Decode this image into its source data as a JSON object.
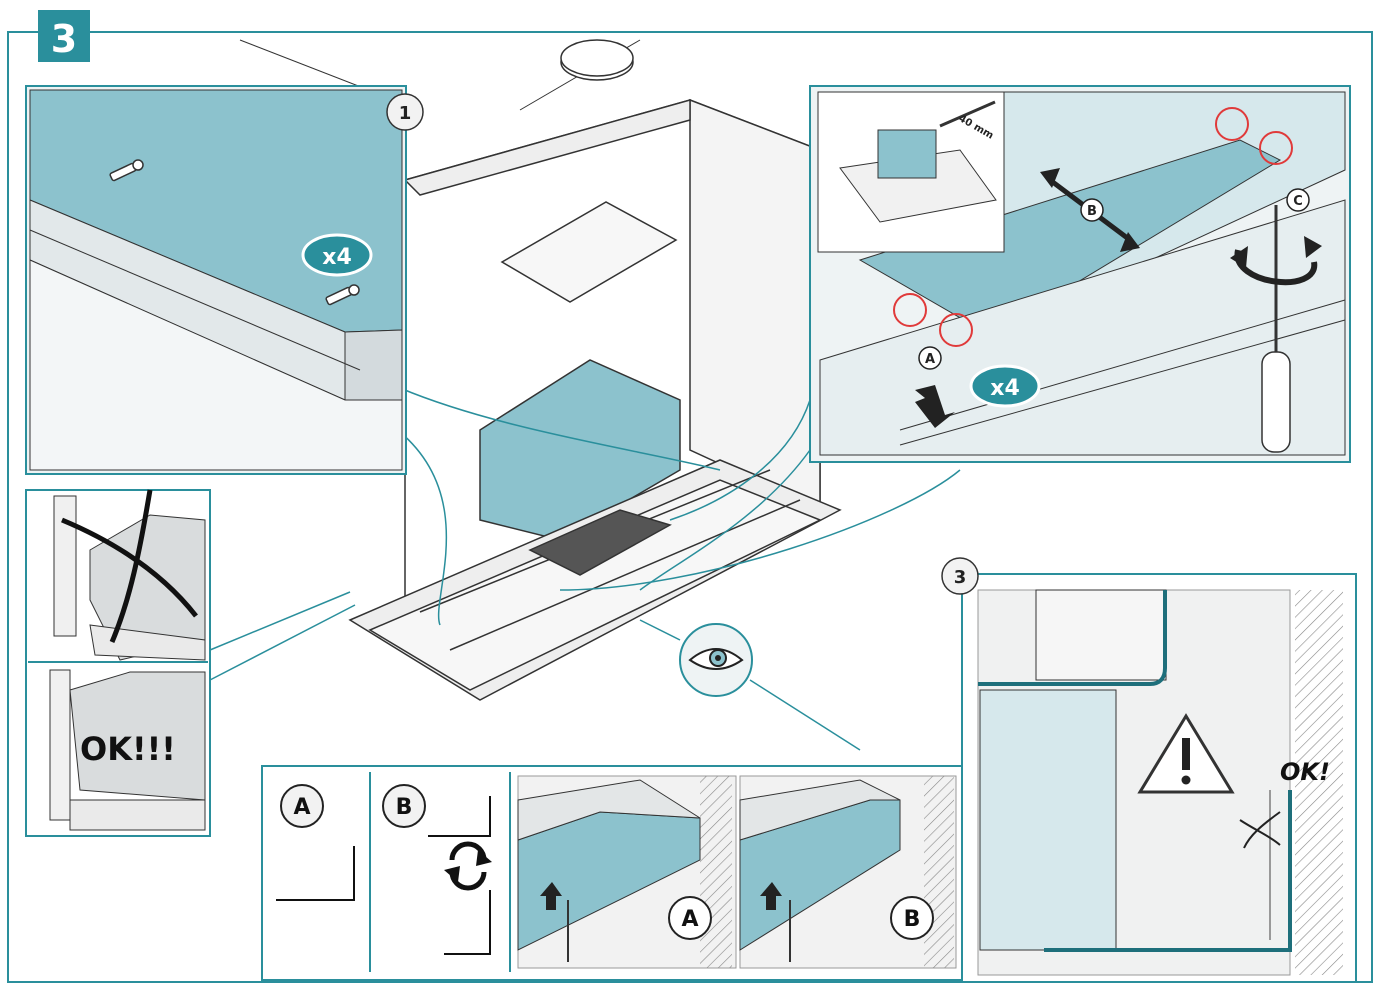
{
  "step_number": "3",
  "panel_1": {
    "number": "1",
    "qty_badge": "x4"
  },
  "panel_2": {
    "dimension_label": "40 mm",
    "label_a": "A",
    "label_b": "B",
    "label_c": "C",
    "qty_badge": "x4"
  },
  "panel_3": {
    "number": "3",
    "ok_label": "OK!"
  },
  "check_panel": {
    "ok_label": "OK!!!"
  },
  "bottom_strip": {
    "label_a": "A",
    "label_b": "B",
    "detail_a": "A",
    "detail_b": "B"
  },
  "icons": [
    "eye-icon",
    "rotate-arrows-icon",
    "warning-icon",
    "screwdriver-icon",
    "screw-icon",
    "cross-mark-icon"
  ],
  "colors": {
    "accent": "#2a8f9c",
    "panel_fill": "#d6e8ec",
    "panel_blue": "#8cc2cd",
    "warning_circle": "#e03a3a",
    "line": "#333333"
  }
}
